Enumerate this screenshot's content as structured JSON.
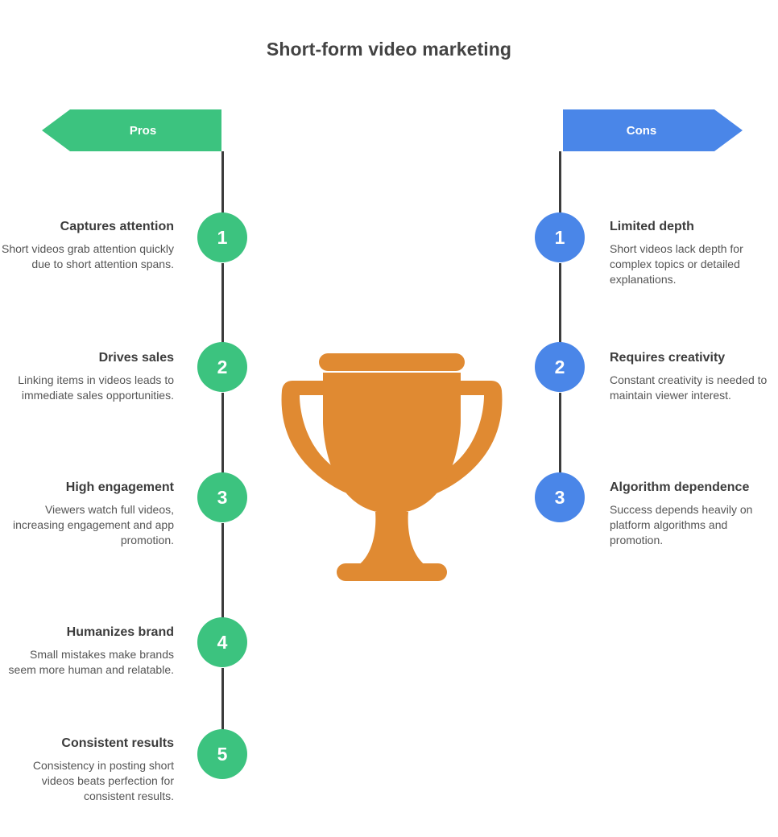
{
  "header": {
    "title": "Short-form video marketing"
  },
  "colors": {
    "pros_accent": "#3CC37F",
    "cons_accent": "#4A86E8",
    "trophy": "#E08A32",
    "spine": "#3C3C3C",
    "heading_text": "#3C3C3C",
    "body_text": "#555555",
    "title_text": "#434343",
    "background": "#FFFFFF"
  },
  "center_graphic": {
    "icon": "trophy-icon",
    "label": "trophy"
  },
  "columns": [
    {
      "key": "pros",
      "label": "Pros",
      "arrow_direction": "left",
      "accent": "#3CC37F",
      "items": [
        {
          "number": "1",
          "heading": "Captures attention",
          "body": "Short videos grab attention quickly due to short attention spans."
        },
        {
          "number": "2",
          "heading": "Drives sales",
          "body": "Linking items in videos leads to immediate sales opportunities."
        },
        {
          "number": "3",
          "heading": "High engagement",
          "body": "Viewers watch full videos, increasing engagement and app promotion."
        },
        {
          "number": "4",
          "heading": "Humanizes brand",
          "body": "Small mistakes make brands seem more human and relatable."
        },
        {
          "number": "5",
          "heading": "Consistent results",
          "body": "Consistency in posting short videos beats perfection for consistent results."
        }
      ]
    },
    {
      "key": "cons",
      "label": "Cons",
      "arrow_direction": "right",
      "accent": "#4A86E8",
      "items": [
        {
          "number": "1",
          "heading": "Limited depth",
          "body": "Short videos lack depth for complex topics or detailed explanations."
        },
        {
          "number": "2",
          "heading": "Requires creativity",
          "body": "Constant creativity is needed to maintain viewer interest."
        },
        {
          "number": "3",
          "heading": "Algorithm dependence",
          "body": "Success depends heavily on platform algorithms and promotion."
        }
      ]
    }
  ]
}
